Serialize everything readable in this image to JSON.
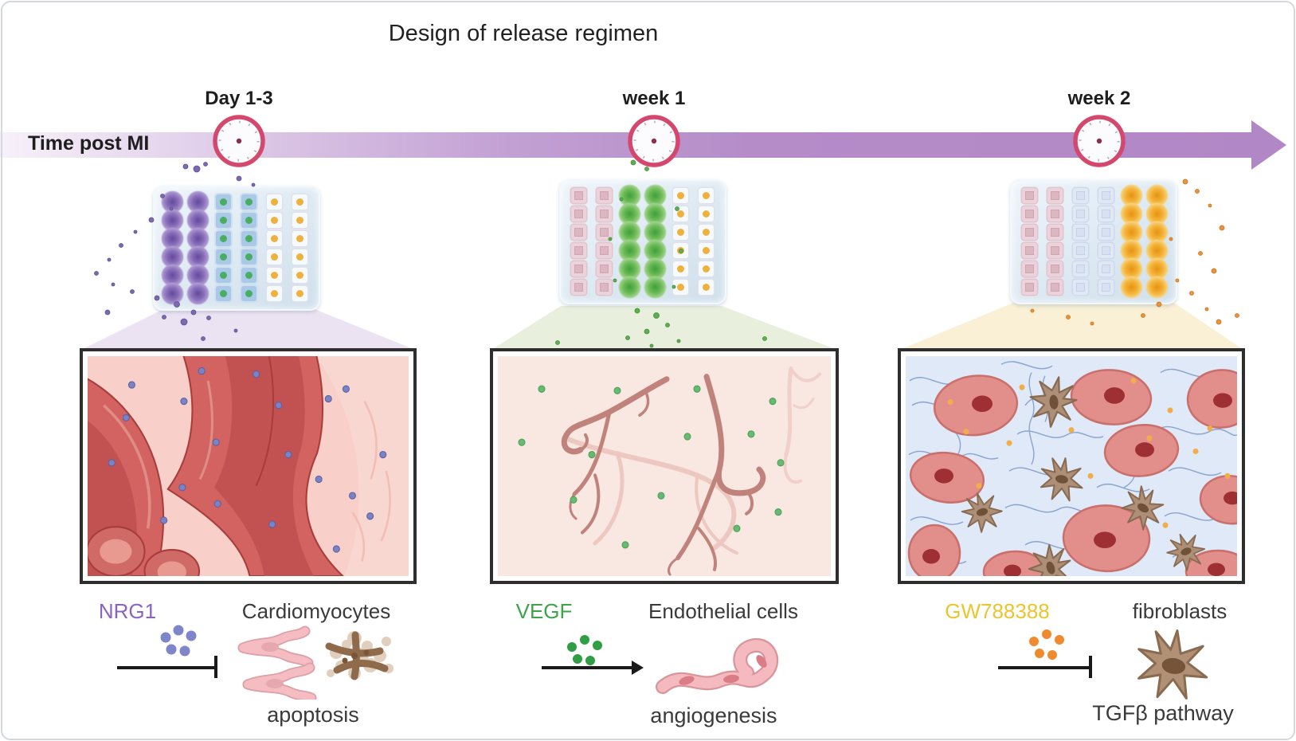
{
  "title": "Design of release regimen",
  "timeline": {
    "axis_label": "Time post MI",
    "arrow_color": "#b287c5",
    "clock_ring_color": "#d5486e",
    "milestones": [
      {
        "label": "Day 1-3"
      },
      {
        "label": "week 1"
      },
      {
        "label": "week 2"
      }
    ]
  },
  "plates": [
    {
      "rows": 6,
      "columns": [
        "active-purple",
        "active-purple",
        "loaded-blue",
        "loaded-blue",
        "loaded-yellow",
        "loaded-yellow"
      ]
    },
    {
      "rows": 6,
      "columns": [
        "spent-pink",
        "spent-pink",
        "active-green",
        "active-green",
        "loaded-yellow",
        "loaded-yellow"
      ]
    },
    {
      "rows": 6,
      "columns": [
        "spent-pink",
        "spent-pink",
        "spent-blue",
        "spent-blue",
        "active-orange",
        "active-orange"
      ]
    }
  ],
  "stages": [
    {
      "molecule": "NRG1",
      "molecule_color": "#8a63c2",
      "dot_color": "#7f85c9",
      "target": "Cardiomyocytes",
      "process": "apoptosis",
      "arrow_type": "inhibition-bar",
      "panel_depicts": "myocardium-with-nrg1-particles"
    },
    {
      "molecule": "VEGF",
      "molecule_color": "#3ea44a",
      "dot_color": "#2f9e44",
      "target": "Endothelial cells",
      "process": "angiogenesis",
      "arrow_type": "activation-arrow",
      "panel_depicts": "branching-blood-vessels-with-vegf-particles"
    },
    {
      "molecule": "GW788388",
      "molecule_color": "#eac52d",
      "dot_color": "#ef8b2e",
      "target": "fibroblasts",
      "process": "TGFβ pathway",
      "arrow_type": "inhibition-bar",
      "panel_depicts": "fibrotic-tissue-with-fibroblasts-and-gw788388-particles"
    }
  ]
}
